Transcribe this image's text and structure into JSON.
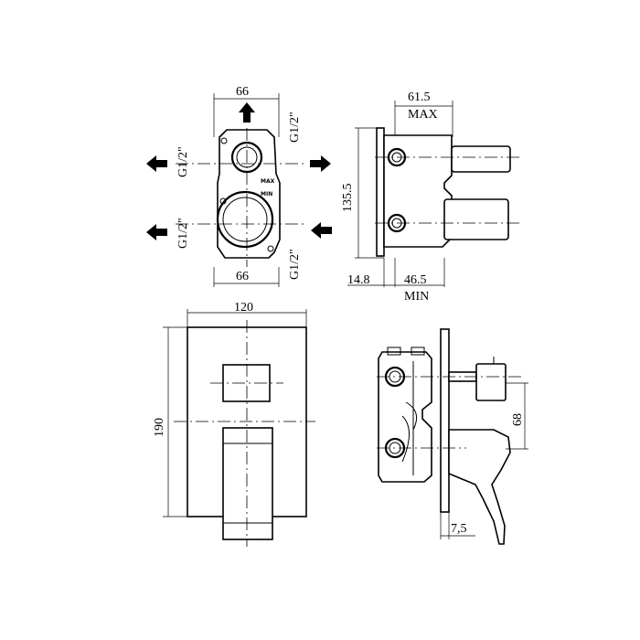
{
  "dimensions": {
    "valve_top_width": "66",
    "valve_bottom_width": "66",
    "port_top_right": "G1/2\"",
    "port_left_upper": "G1/2\"",
    "port_left_lower": "G1/2\"",
    "port_bottom_right": "G1/2\"",
    "side_depth_max": "61.5",
    "max_label": "MAX",
    "side_height": "135.5",
    "side_offset": "14.8",
    "side_depth_min": "46.5",
    "min_label": "MIN",
    "plate_width": "120",
    "plate_height": "190",
    "handle_offset": "68",
    "plate_thickness": "7,5"
  },
  "markings": {
    "max_tag": "MAX",
    "min_tag": "MIN"
  },
  "icons": {
    "flow_out_up": "arrow-up-icon",
    "flow_out_left": "arrow-left-icon",
    "flow_out_right": "arrow-right-icon",
    "flow_in_left": "arrow-left-icon",
    "flow_in_right": "arrow-left-icon"
  }
}
